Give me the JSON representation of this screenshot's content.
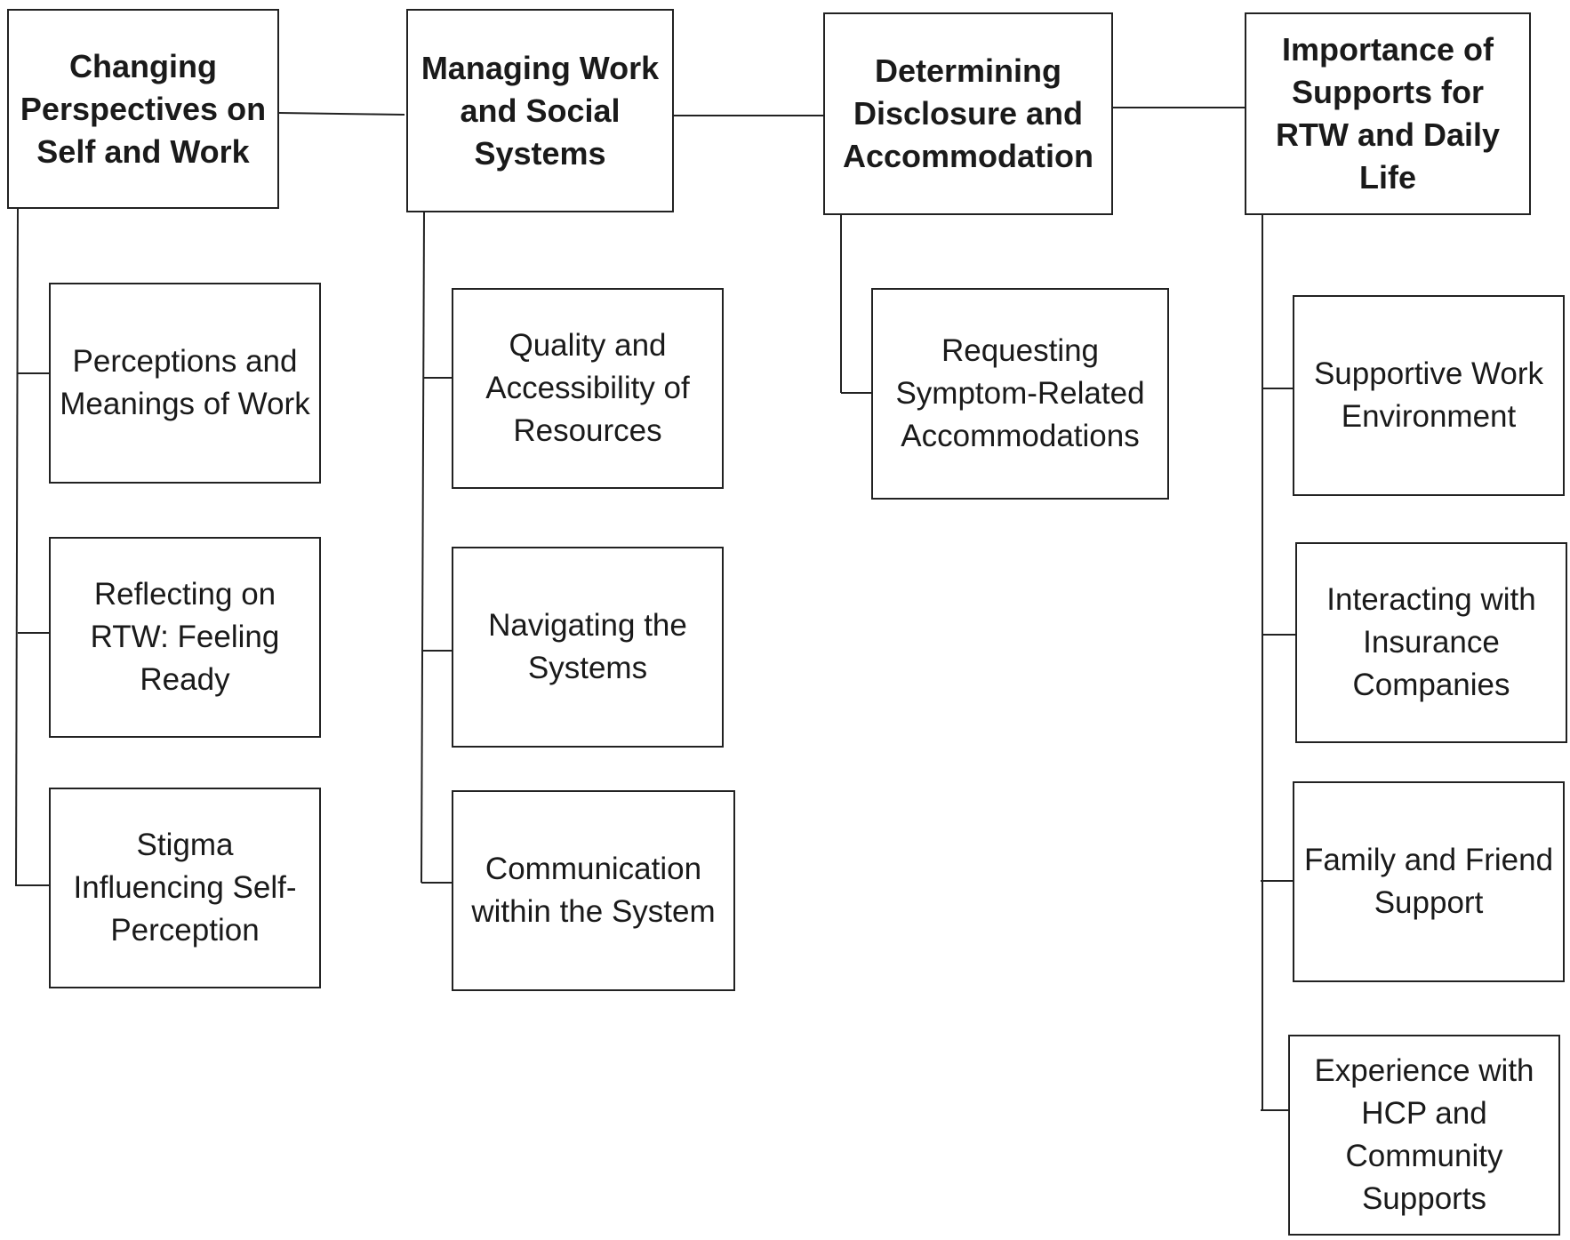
{
  "themes": [
    {
      "label": "Changing Perspectives on Self and Work",
      "subthemes": [
        "Perceptions and Meanings of Work",
        "Reflecting on RTW: Feeling Ready",
        "Stigma Influencing Self-Perception"
      ]
    },
    {
      "label": "Managing Work and Social Systems",
      "subthemes": [
        "Quality and Accessibility of Resources",
        "Navigating the Systems",
        "Communication within the System"
      ]
    },
    {
      "label": "Determining Disclosure and Accommodation",
      "subthemes": [
        "Requesting Symptom-Related Accommodations"
      ]
    },
    {
      "label": "Importance of Supports for RTW and Daily Life",
      "subthemes": [
        "Supportive Work Environment",
        "Interacting with Insurance Companies",
        "Family and Friend Support",
        "Experience with HCP and Community Supports"
      ]
    }
  ]
}
